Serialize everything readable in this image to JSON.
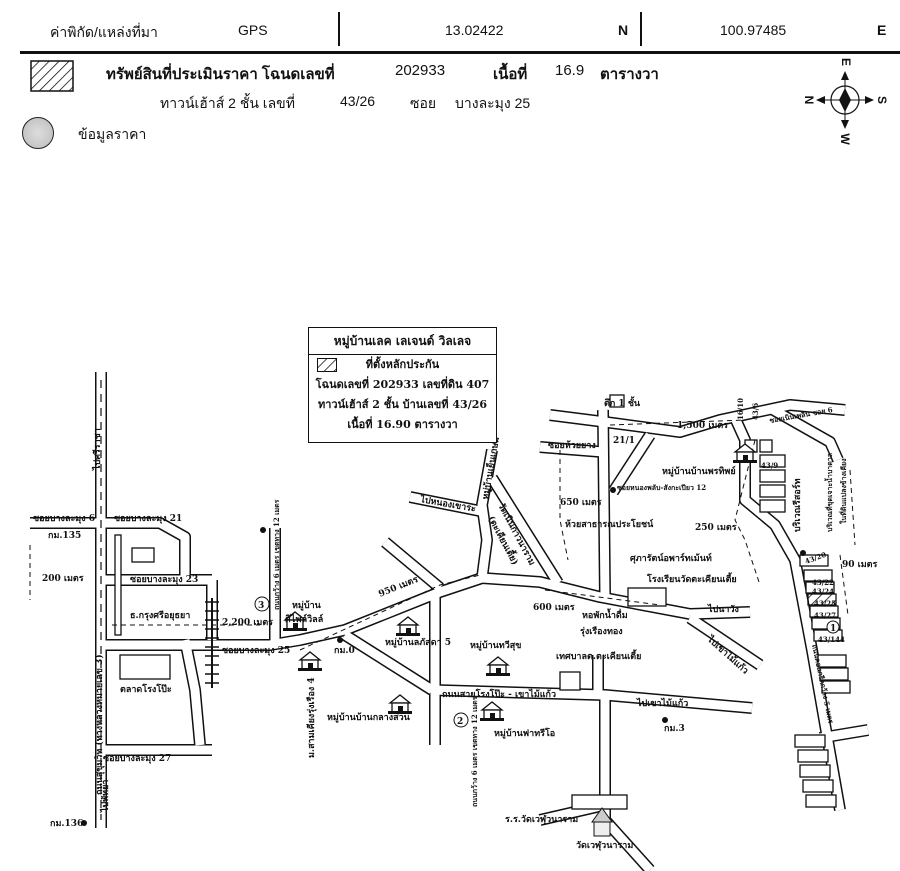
{
  "header": {
    "source_label": "ค่าพิกัด/แหล่งที่มา",
    "source_value": "GPS",
    "latitude": "13.02422",
    "lat_dir": "N",
    "longitude": "100.97485",
    "lon_dir": "E"
  },
  "subject": {
    "title": "ทรัพย์สินที่ประเมินราคา โฉนดเลขที่",
    "deed_no": "202933",
    "area_label": "เนื้อที่",
    "area_value": "16.9",
    "area_unit": "ตารางวา",
    "type_label": "ทาวน์เฮ้าส์ 2 ชั้น  เลขที่",
    "house_no": "43/26",
    "soi_label": "ซอย",
    "soi_value": "บางละมุง 25",
    "price_data_label": "ข้อมูลราคา"
  },
  "compass": {
    "top": "E",
    "left": "N",
    "right": "S",
    "bottom": "W"
  },
  "legend": {
    "title": "หมู่บ้านเลค เลเจนด์ วิลเลจ",
    "collateral": "ที่ตั้งหลักประกัน",
    "deed": "โฉนดเลขที่ 202933 เลขที่ดิน 407",
    "building": "ทาวน์เฮ้าส์ 2 ชั้น  บ้านเลขที่ 43/26",
    "area": "เนื้อที่ 16.90 ตารางวา"
  },
  "map": {
    "labels": [
      "ไปศรีราชา",
      "ถนนสุขุมวิท (ทางหลวงหมายเลข 3)",
      "ซอยบางละมุง 6",
      "กม.135",
      "200 เมตร",
      "ซอยบางละมุง 21",
      "ซอยบางละมุง 23",
      "ธ.กรุงศรีอยุธยา",
      "2,200 เมตร",
      "ซอยบางละมุง 25",
      "ตลาดโรงโป๊ะ",
      "ซอยบางละมุง 27",
      "ไปพัทยา",
      "กม.136",
      "หมู่บ้าน",
      "ศิไฟล์วิลล์",
      "ถนนกว้าง 6 เมตร เขตทาง 12 เมตร",
      "950 เมตร",
      "กม.0",
      "หมู่บ้านลภัสดา 5",
      "ม.สามเคียงรุ่งเรือง 4",
      "หมู่บ้านบ้านกลางสวน",
      "หมู่บ้านทวีสุข",
      "เทศบาลต.ตะเคียนเตี้ย",
      "ถนนสายโรงโป๊ะ - เขาไม้แก้ว",
      "ไปเขาไม้แก้ว",
      "กม.3",
      "หมู่บ้านฟาทรีโอ",
      "ร.ร.วัดเวฬุวนาราม",
      "วัดเวฬุวนาราม",
      "ไปหนองเขาระ",
      "หมู่บ้านเย็นเกษม",
      "วัดเนินกาวนาราม",
      "(ตะเคียนเตี้ย)",
      "600 เมตร",
      "หอพักน้ำดื่ม",
      "รุ่งเรืองทอง",
      "650 เมตร",
      "ห้วยสาธารณประโยชน์",
      "ซอยห้วยยาง",
      "ตึก 1 ชั้น",
      "21/1",
      "1,500 เมตร",
      "16/10",
      "43/6",
      "ซอยเนินเพลิน ซอย 6",
      "หมู่บ้านบ้านพรทิพย์",
      "ซอยหนองพลับ-สังกะเปียว 12",
      "43/9",
      "250 เมตร",
      "ศุภารัตน์อพาร์ทเม้นท์",
      "โรงเรียนวัดตะเคียนเตี้ย",
      "ไปนาวัง",
      "ไปเขาไม้แก้ว",
      "บริเวณรีสอร์ท",
      "บริเวณที่ขุดเจาะน้ำบาดาล",
      "ในที่ดินแปลงข้างเคียง",
      "90 เมตร",
      "43/20",
      "43/22",
      "43/24",
      "43/25",
      "43/27",
      "43/144",
      "ถนนคอนกรีตกว้าง 5 เมตร",
      "ถนนกว้าง 6 เมตร เขตทาง 12 เมตร"
    ],
    "markers": [
      "1",
      "2",
      "3"
    ],
    "icons": [
      "house-icon",
      "bank-icon",
      "market-icon",
      "temple-icon",
      "school-icon",
      "railway-icon",
      "km-marker-icon"
    ]
  }
}
